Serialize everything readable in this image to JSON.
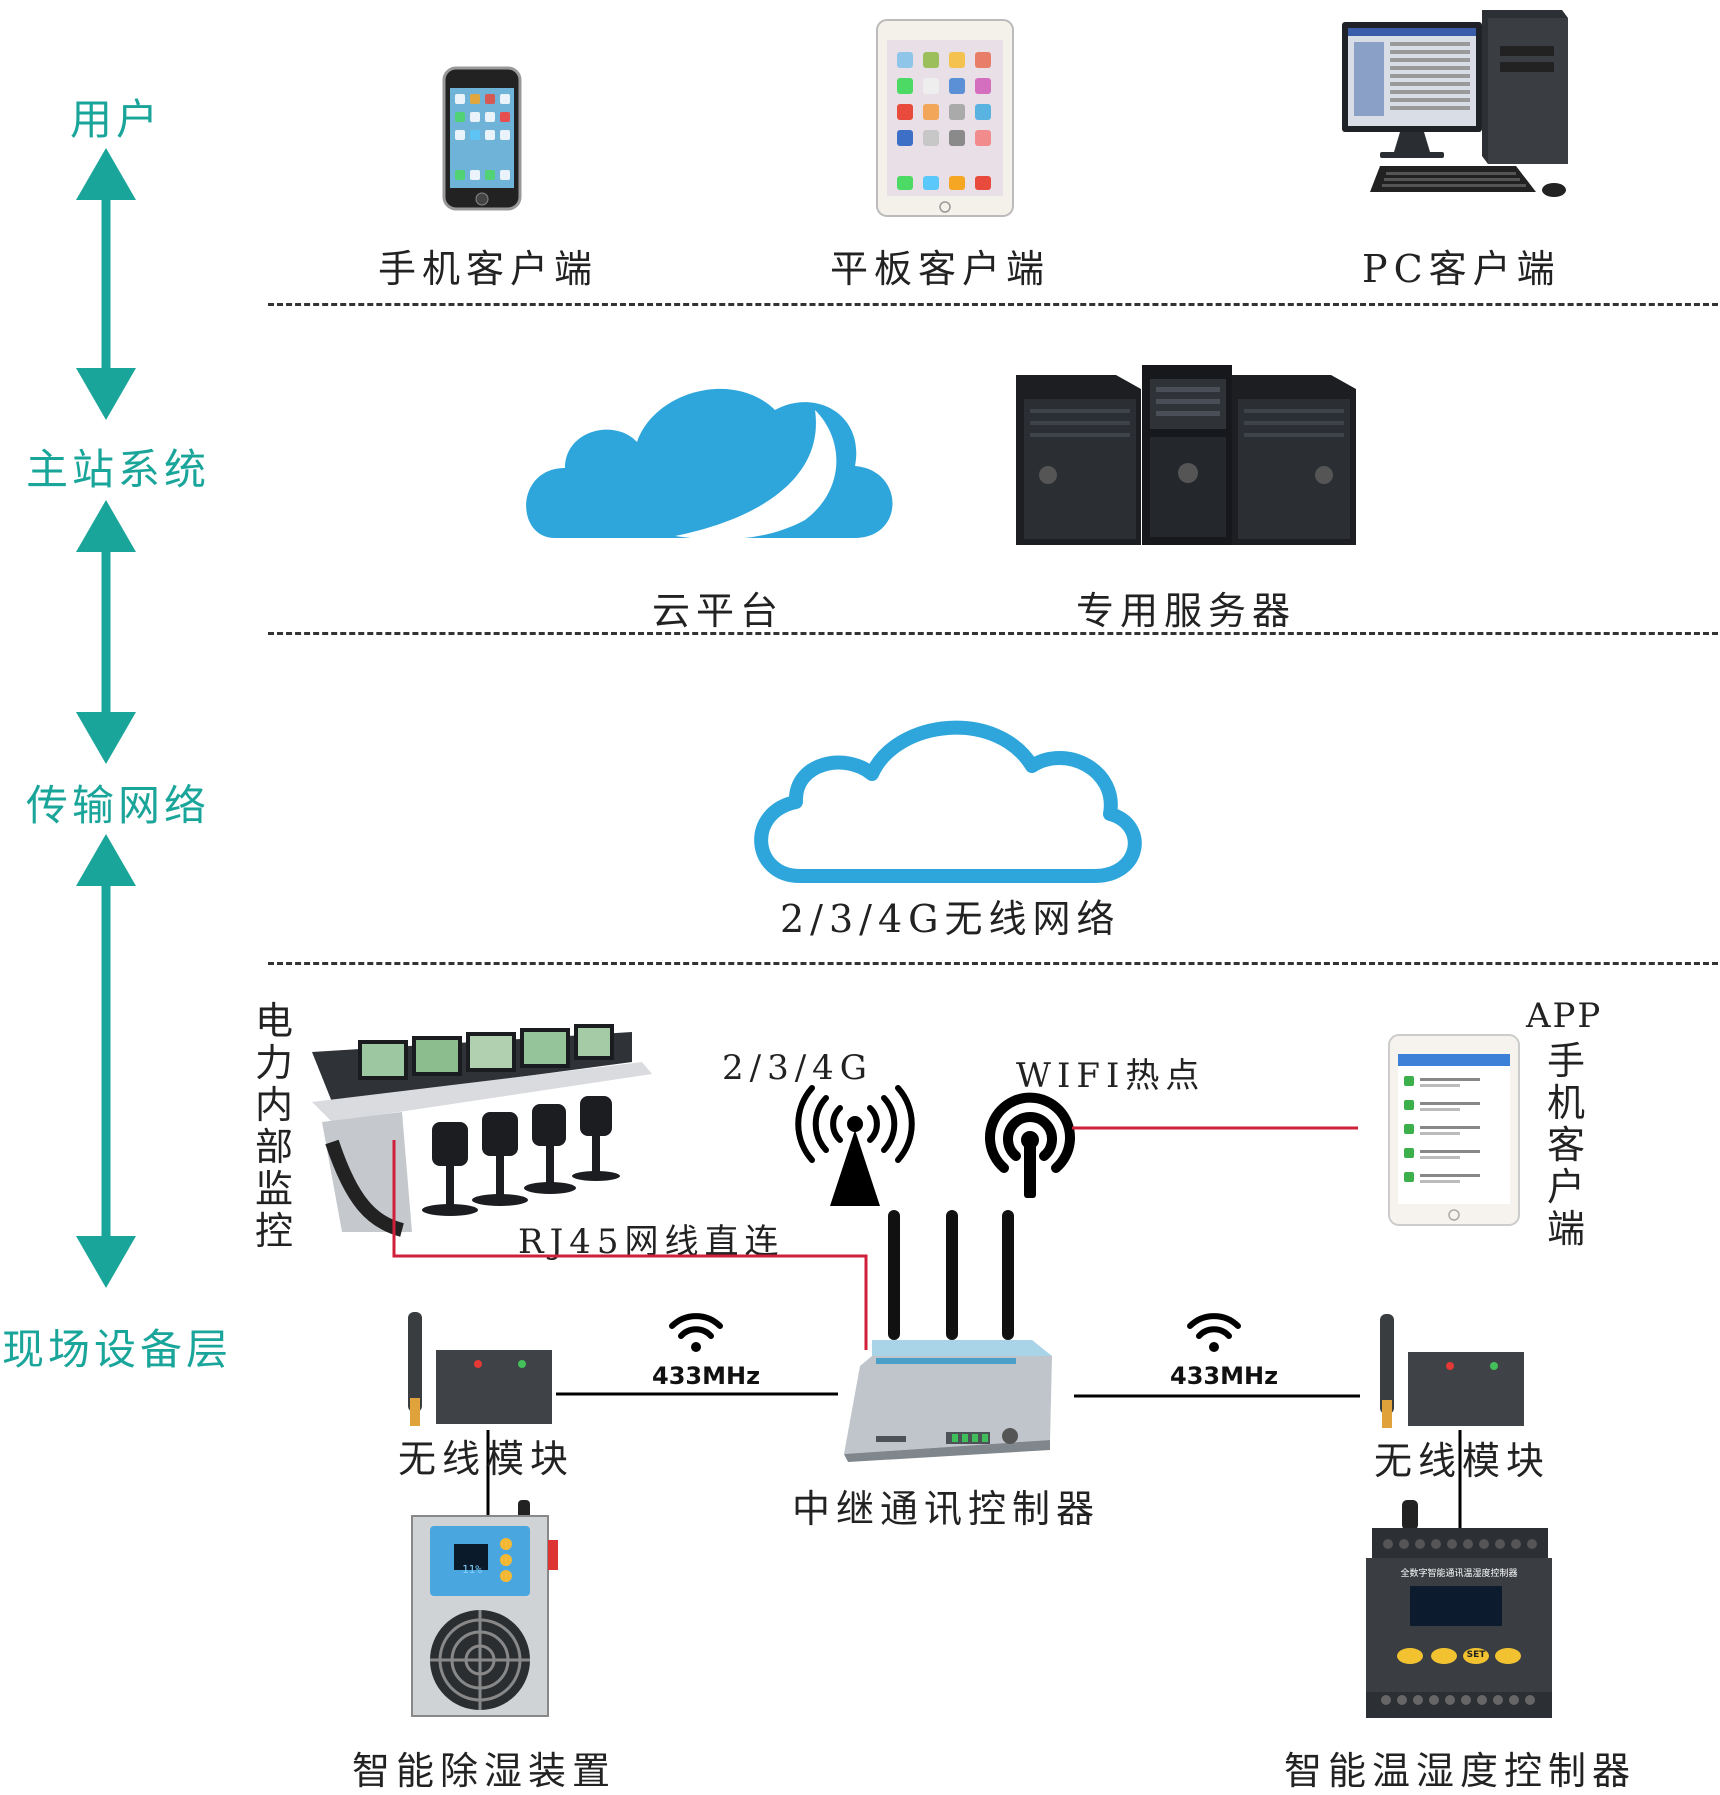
{
  "layers": {
    "user": "用户",
    "master": "主站系统",
    "network": "传输网络",
    "field": "现场设备层"
  },
  "user_devices": {
    "phone": "手机客户端",
    "tablet": "平板客户端",
    "pc": "PC客户端"
  },
  "master_items": {
    "cloud": "云平台",
    "servers": "专用服务器"
  },
  "network_items": {
    "wireless": "2/3/4G无线网络"
  },
  "field_items": {
    "power_monitor": "电力内部监控",
    "signal_234g": "2/3/4G",
    "wifi_hotspot": "WIFI热点",
    "app_label": "APP",
    "app_client": "手机客户端",
    "rj45": "RJ45网线直连",
    "freq_left": "433MHz",
    "freq_right": "433MHz",
    "wireless_module_left": "无线模块",
    "wireless_module_right": "无线模块",
    "relay_controller": "中继通讯控制器",
    "dehumidifier": "智能除湿装置",
    "th_controller": "智能温湿度控制器",
    "dehumidifier_screen": "11%",
    "th_panel_title": "全数字智能通讯温湿度控制器",
    "th_key_set": "SET"
  },
  "colors": {
    "accent": "#1aa59a",
    "cloud_blue": "#2ea6dc",
    "red_line": "#d11f3a"
  },
  "icons": [
    "phone-icon",
    "tablet-icon",
    "pc-icon",
    "cloud-platform-icon",
    "server-icon",
    "network-cloud-icon",
    "cell-tower-icon",
    "wifi-hotspot-icon",
    "wifi-signal-icon",
    "router-icon",
    "control-room-icon"
  ]
}
